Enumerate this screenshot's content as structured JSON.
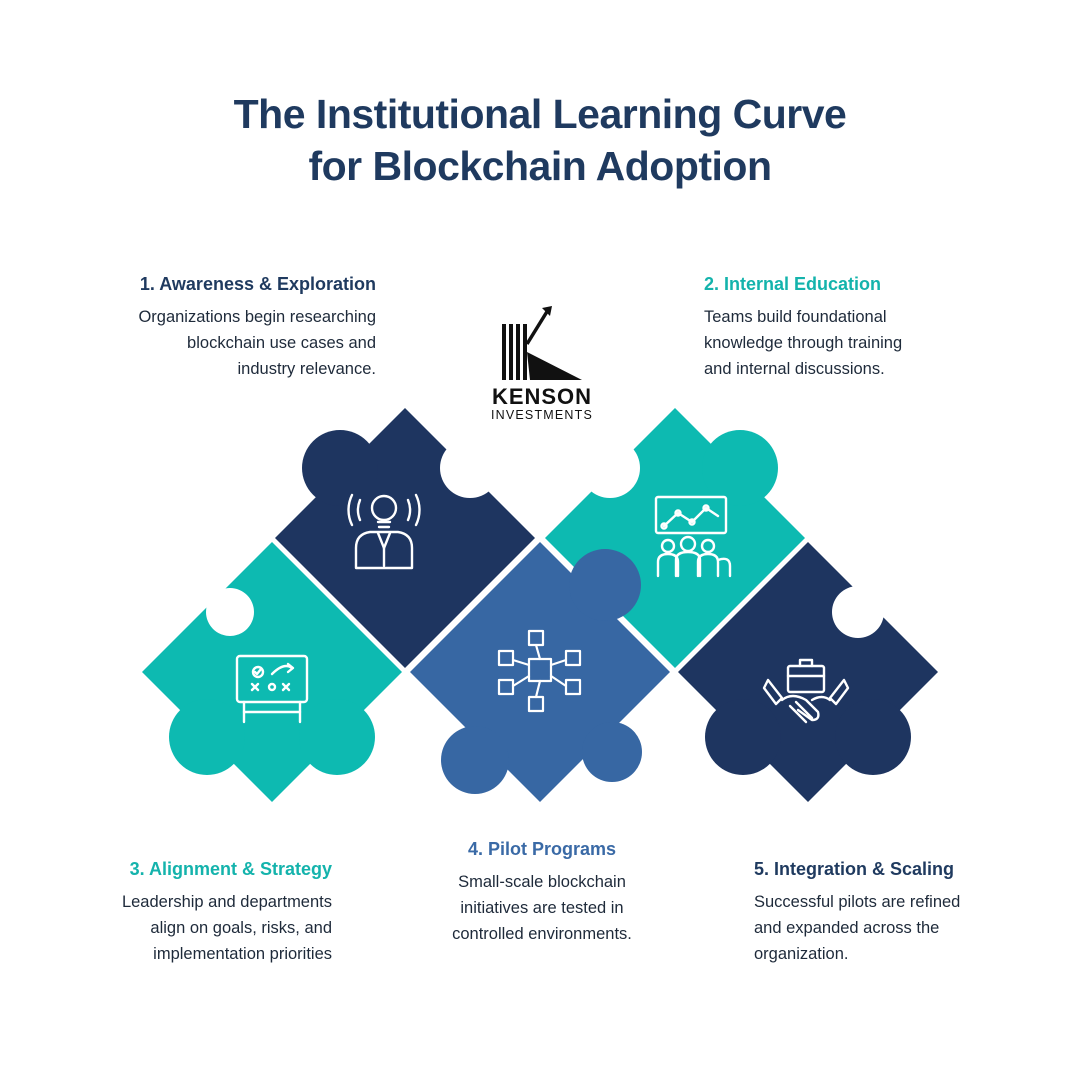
{
  "title": {
    "line1": "The Institutional Learning Curve",
    "line2": "for Blockchain Adoption"
  },
  "logo": {
    "brand": "KENSON",
    "sub": "INVESTMENTS"
  },
  "colors": {
    "navy": "#1f3a5f",
    "dark_piece": "#1e3560",
    "teal": "#0dbab1",
    "blue_piece": "#3767a3",
    "teal_heading": "#14b3ac",
    "blue_heading": "#3a6aa6"
  },
  "steps": [
    {
      "heading": "1. Awareness & Exploration",
      "lines": [
        "Organizations begin researching",
        "blockchain use cases and",
        "industry relevance."
      ],
      "icon": "lightbulb-person-icon"
    },
    {
      "heading": "2. Internal Education",
      "lines": [
        "Teams build foundational",
        "knowledge through training",
        "and internal discussions."
      ],
      "icon": "team-chart-presentation-icon"
    },
    {
      "heading": "3. Alignment & Strategy",
      "lines": [
        "Leadership and departments",
        "align on goals, risks, and",
        "implementation priorities"
      ],
      "icon": "strategy-board-icon"
    },
    {
      "heading": "4. Pilot Programs",
      "lines": [
        "Small-scale blockchain",
        "initiatives are tested in",
        "controlled environments."
      ],
      "icon": "blockchain-network-icon"
    },
    {
      "heading": "5. Integration & Scaling",
      "lines": [
        "Successful pilots are refined",
        "and expanded across the",
        "organization."
      ],
      "icon": "handshake-briefcase-icon"
    }
  ]
}
